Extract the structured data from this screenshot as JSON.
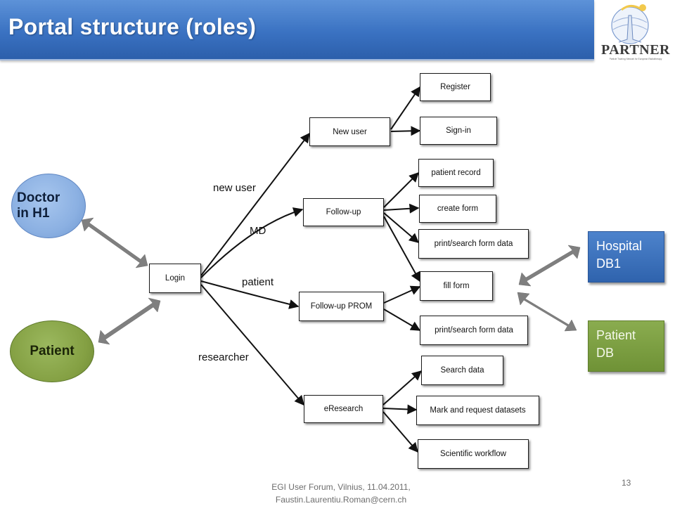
{
  "slide": {
    "title": "Portal structure (roles)",
    "logo": {
      "word": "PARTNER",
      "subtitle": "Particle Training Network for European Radiotherapy",
      "icon": "partner-logo"
    },
    "roles": [
      {
        "id": "doctor",
        "label": "Doctor\nin H1",
        "color": "#8db3e2"
      },
      {
        "id": "patient",
        "label": "Patient",
        "color": "#85a344"
      }
    ],
    "databases": [
      {
        "id": "hospital",
        "label": "Hospital\nDB1",
        "color": "#3c70b9"
      },
      {
        "id": "patient",
        "label": "Patient\nDB",
        "color": "#7b9e3f"
      }
    ],
    "footer": {
      "line1": "EGI User Forum, Vilnius, 11.04.2011,",
      "line2": "Faustin.Laurentiu.Roman@cern.ch",
      "page_number": "13"
    }
  },
  "flowchart": {
    "login": "Login",
    "branches": [
      {
        "edge_label": "new user",
        "node": "New user",
        "children": [
          "Register",
          "Sign-in"
        ]
      },
      {
        "edge_label": "MD",
        "node": "Follow-up",
        "children": [
          "patient record",
          "create form",
          "print/search form data"
        ]
      },
      {
        "edge_label": "patient",
        "node": "Follow-up PROM",
        "children": [
          "fill form",
          "print/search form data"
        ]
      },
      {
        "edge_label": "researcher",
        "node": "eResearch",
        "children": [
          "Search data",
          "Mark and request datasets",
          "Scientific workflow"
        ]
      }
    ]
  }
}
